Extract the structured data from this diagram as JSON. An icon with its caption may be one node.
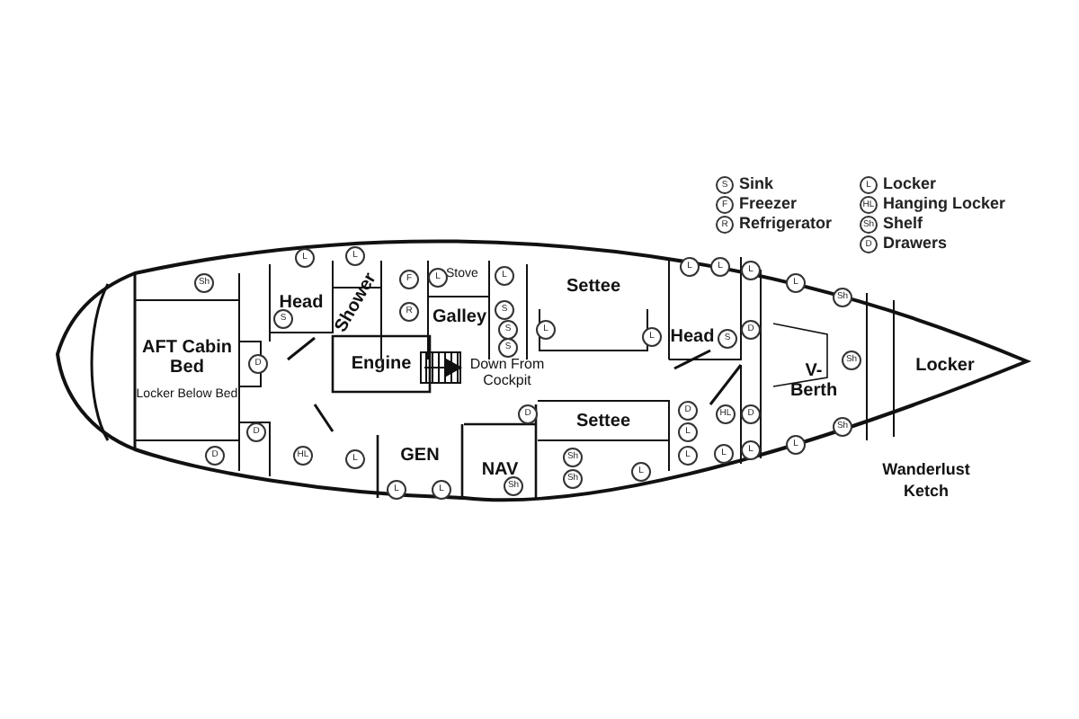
{
  "diagram": {
    "nodes": [
      {
        "text": [
          "AFT Cabin Bed",
          "Locker Below Bed"
        ]
      },
      {
        "text": [
          "Head"
        ]
      },
      {
        "text": [
          "Shower"
        ]
      },
      {
        "text": [
          "Galley"
        ]
      },
      {
        "text": [
          "Engine"
        ]
      },
      {
        "text": [
          "Settee"
        ]
      },
      {
        "text": [
          "Head"
        ]
      },
      {
        "text": [
          "V-Berth"
        ]
      },
      {
        "text": [
          "Locker"
        ]
      },
      {
        "text": [
          "GEN"
        ]
      },
      {
        "text": [
          "NAV"
        ]
      },
      {
        "text": [
          "Settee"
        ]
      }
    ],
    "labels": [
      "S",
      "F",
      "R",
      "L",
      "HL",
      "Sh",
      "D",
      "Stove",
      "Down From Cockpit",
      "Wanderlust",
      "Ketch",
      "Sh",
      "L",
      "L",
      "F",
      "L",
      "L",
      "R",
      "S",
      "S",
      "S",
      "S",
      "D",
      "D",
      "D",
      "HL",
      "L",
      "L",
      "L",
      "Sh",
      "D",
      "L",
      "L",
      "L",
      "L",
      "Sh",
      "L",
      "L",
      "S",
      "D",
      "Sh",
      "D",
      "L",
      "HL",
      "D",
      "Sh",
      "Sh",
      "L",
      "L",
      "L",
      "L",
      "L",
      "Sh"
    ],
    "legend": [
      {
        "text": "Sink"
      },
      {
        "text": "Freezer"
      },
      {
        "text": "Refrigerator"
      },
      {
        "text": "Locker"
      },
      {
        "text": "Hanging Locker"
      },
      {
        "text": "Shelf"
      },
      {
        "text": "Drawers"
      }
    ]
  }
}
